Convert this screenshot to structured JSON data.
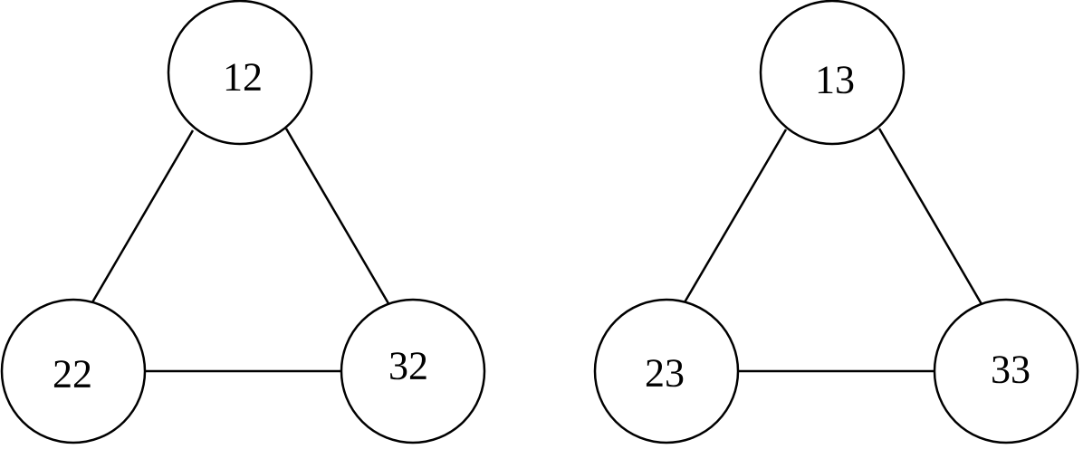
{
  "graphs": [
    {
      "nodes": [
        {
          "id": "top",
          "label": "12"
        },
        {
          "id": "left",
          "label": "22"
        },
        {
          "id": "right",
          "label": "32"
        }
      ],
      "edges": [
        {
          "from": "top",
          "to": "left"
        },
        {
          "from": "top",
          "to": "right"
        },
        {
          "from": "left",
          "to": "right"
        }
      ]
    },
    {
      "nodes": [
        {
          "id": "top",
          "label": "13"
        },
        {
          "id": "left",
          "label": "23"
        },
        {
          "id": "right",
          "label": "33"
        }
      ],
      "edges": [
        {
          "from": "top",
          "to": "left"
        },
        {
          "from": "top",
          "to": "right"
        },
        {
          "from": "left",
          "to": "right"
        }
      ]
    }
  ],
  "colors": {
    "stroke": "#000000",
    "fill": "#ffffff"
  }
}
